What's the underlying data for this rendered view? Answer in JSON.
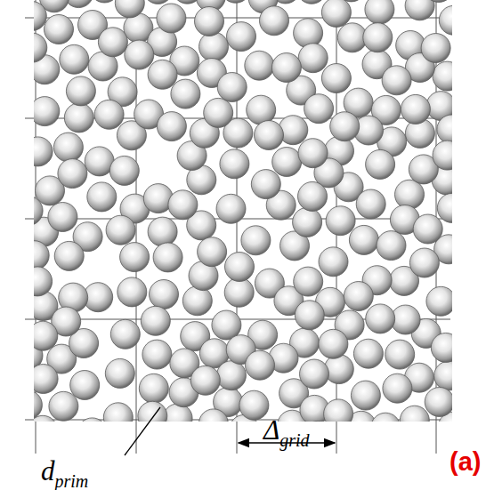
{
  "diagram": {
    "labels": [
      "d",
      "prim",
      "Δ",
      "grid",
      "(a)"
    ]
  }
}
